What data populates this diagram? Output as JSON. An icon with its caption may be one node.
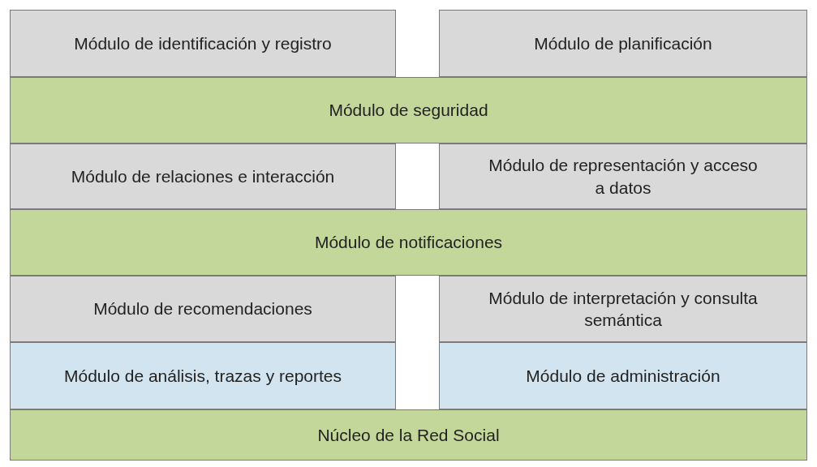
{
  "diagram": {
    "nodes": [
      {
        "text": [
          "Módulo de identificación y registro"
        ]
      },
      {
        "text": [
          "Módulo de planificación"
        ]
      },
      {
        "text": [
          "Módulo de seguridad"
        ]
      },
      {
        "text": [
          "Módulo de relaciones e interacción"
        ]
      },
      {
        "text": [
          "Módulo de representación y acceso a datos"
        ]
      },
      {
        "text": [
          "Módulo de notificaciones"
        ]
      },
      {
        "text": [
          "Módulo de recomendaciones"
        ]
      },
      {
        "text": [
          "Módulo de interpretación y consulta semántica"
        ]
      },
      {
        "text": [
          "Módulo de análisis, trazas y reportes"
        ]
      },
      {
        "text": [
          "Módulo de administración"
        ]
      },
      {
        "text": [
          "Núcleo de la Red Social"
        ]
      }
    ]
  }
}
